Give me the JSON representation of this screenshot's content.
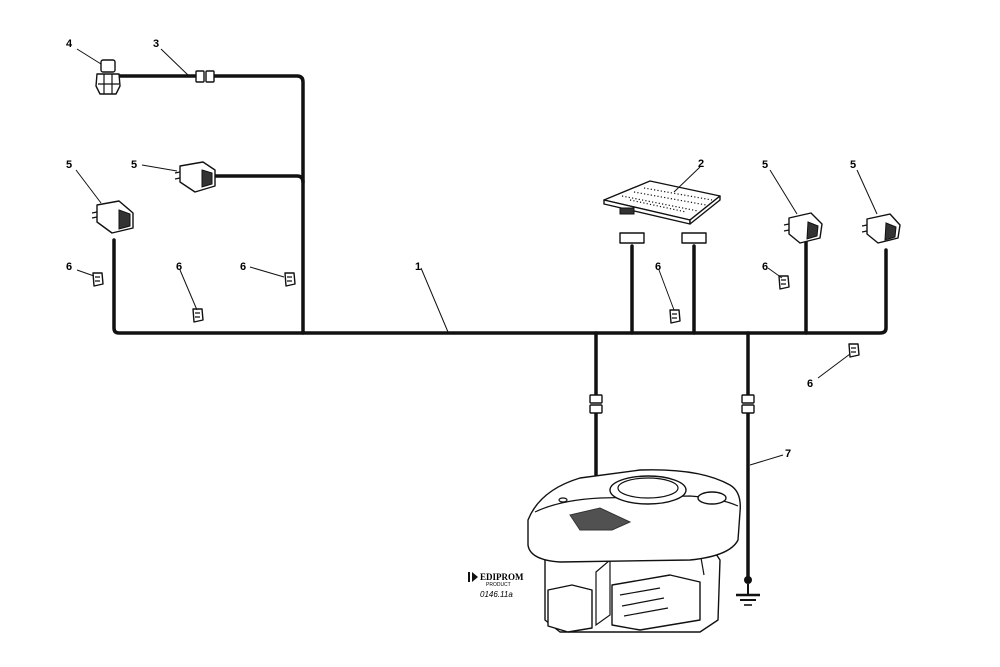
{
  "callouts": {
    "harness": "1",
    "control_board": "2",
    "lead": "3",
    "sensor": "4",
    "switch": "5",
    "clip": "6",
    "ground_lead": "7"
  },
  "logo": {
    "brand": "EDIPROM",
    "sub": "PRODUCT"
  },
  "reference": "0146.11a"
}
